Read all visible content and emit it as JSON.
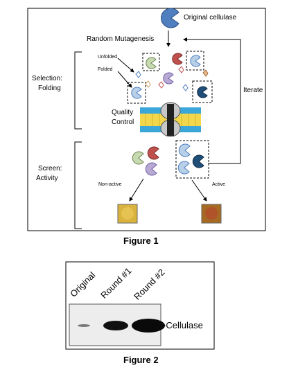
{
  "figure1": {
    "caption": "Figure 1",
    "original_label": "Original cellulase",
    "mutagenesis_label": "Random Mutagenesis",
    "unfolded_label": "Unfolded",
    "folded_label": "Folded",
    "selection_label_line1": "Selection:",
    "selection_label_line2": "Folding",
    "quality_label_line1": "Quality",
    "quality_label_line2": "Control",
    "iterate_label": "Iterate",
    "screen_label_line1": "Screen:",
    "screen_label_line2": "Activity",
    "nonactive_label": "Non-active",
    "active_label": "Active",
    "colors": {
      "blue": "#4f7fbf",
      "light_blue": "#b8cfe8",
      "green": "#c7d9b0",
      "red": "#c0504d",
      "lavender": "#b7a9d3",
      "navy": "#1f4e79",
      "orange_unfolded": "#e8b98a",
      "membrane_yellow": "#f2d64b",
      "membrane_blue": "#3ba6d8"
    }
  },
  "figure2": {
    "caption": "Figure 2",
    "lanes": [
      "Original",
      "Round #1",
      "Round #2"
    ],
    "band_label": "-Cellulase"
  }
}
